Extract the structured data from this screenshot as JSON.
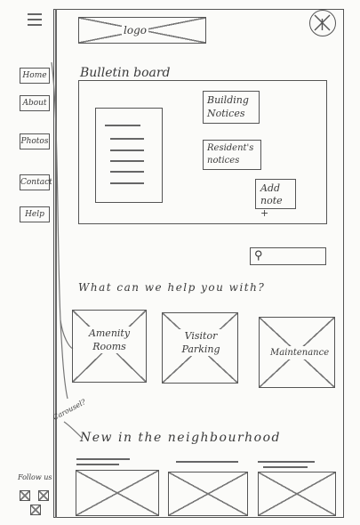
{
  "header": {
    "logo": "logo"
  },
  "sidebar": {
    "items": [
      {
        "label": "Home"
      },
      {
        "label": "About"
      },
      {
        "label": "Photos"
      },
      {
        "label": "Contact"
      },
      {
        "label": "Help"
      }
    ],
    "follow_label": "Follow us"
  },
  "bulletin": {
    "title": "Bulletin board",
    "building_notices": "Building Notices",
    "resident_notices": "Resident's notices",
    "add_note": "Add note +"
  },
  "search": {
    "icon": "search-icon"
  },
  "help": {
    "title": "What can we help you with?",
    "tiles": [
      {
        "label": "Amenity Rooms"
      },
      {
        "label": "Visitor Parking"
      },
      {
        "label": "Maintenance"
      }
    ]
  },
  "neighbourhood": {
    "title": "New in the neighbourhood",
    "note": "Carousel?"
  }
}
